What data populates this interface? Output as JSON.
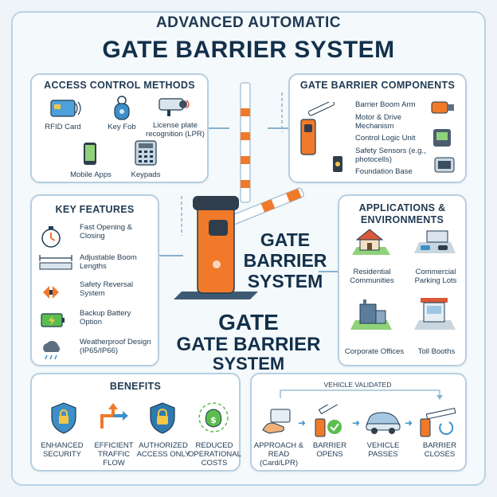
{
  "header": {
    "subtitle": "ADVANCED AUTOMATIC",
    "title": "GATE BARRIER SYSTEM"
  },
  "access_control": {
    "title": "ACCESS CONTROL METHODS",
    "items": [
      {
        "label": "RFID Card",
        "icon": "rfid-card-icon"
      },
      {
        "label": "Key Fob",
        "icon": "key-fob-icon"
      },
      {
        "label": "License plate recognition (LPR)",
        "icon": "camera-icon"
      },
      {
        "label": "Mobile Apps",
        "icon": "mobile-phone-icon"
      },
      {
        "label": "Keypads",
        "icon": "keypad-icon"
      }
    ]
  },
  "components": {
    "title": "GATE BARRIER COMPONENTS",
    "items": [
      {
        "label": "Barrier Boom Arm",
        "icon": "boom-arm-icon"
      },
      {
        "label": "Motor & Drive Mechanism",
        "icon": "motor-icon"
      },
      {
        "label": "Control Logic Unit",
        "icon": "control-unit-icon"
      },
      {
        "label": "Safety Sensors (e.g., photocells)",
        "icon": "sensor-icon"
      },
      {
        "label": "Foundation Base",
        "icon": "foundation-icon"
      }
    ]
  },
  "key_features": {
    "title": "KEY FEATURES",
    "items": [
      {
        "label": "Fast Opening & Closing",
        "icon": "stopwatch-icon"
      },
      {
        "label": "Adjustable Boom Lengths",
        "icon": "ruler-icon"
      },
      {
        "label": "Safety Reversal System",
        "icon": "reverse-arrows-icon"
      },
      {
        "label": "Backup Battery Option",
        "icon": "battery-icon"
      },
      {
        "label": "Weatherproof Design (IP65/IP66)",
        "icon": "rain-cloud-icon"
      }
    ]
  },
  "applications": {
    "title": "APPLICATIONS & ENVIRONMENTS",
    "items": [
      {
        "label": "Residential Communities",
        "icon": "house-icon"
      },
      {
        "label": "Commercial Parking Lots",
        "icon": "parking-lot-icon"
      },
      {
        "label": "Corporate Offices",
        "icon": "office-icon"
      },
      {
        "label": "Toll Booths",
        "icon": "toll-booth-icon"
      }
    ]
  },
  "center": {
    "gate_label": "GATE BARRIER SYSTEM",
    "title_line1": "GATE",
    "title_line2": "GATE BARRIER",
    "title_line3": "SYSTEM"
  },
  "benefits": {
    "title": "BENEFITS",
    "items": [
      {
        "label": "ENHANCED SECURITY",
        "icon": "shield-lock-icon"
      },
      {
        "label": "EFFICIENT TRAFFIC FLOW",
        "icon": "traffic-arrows-icon"
      },
      {
        "label": "AUTHORIZED ACCESS ONLY",
        "icon": "shield-padlock-icon"
      },
      {
        "label": "REDUCED OPERATIONAL COSTS",
        "icon": "money-bag-icon"
      }
    ]
  },
  "process": {
    "validated_label": "VEHICLE VALIDATED",
    "steps": [
      {
        "label": "APPROACH & READ (Card/LPR)",
        "icon": "hand-card-icon"
      },
      {
        "label": "BARRIER OPENS",
        "icon": "barrier-open-icon"
      },
      {
        "label": "VEHICLE PASSES",
        "icon": "car-icon"
      },
      {
        "label": "BARRIER CLOSES",
        "icon": "barrier-close-icon"
      }
    ]
  },
  "colors": {
    "accent": "#2f6f9a",
    "boom_orange": "#f07a2a",
    "panel_border": "#b6cfe0",
    "text": "#1f3a52"
  }
}
